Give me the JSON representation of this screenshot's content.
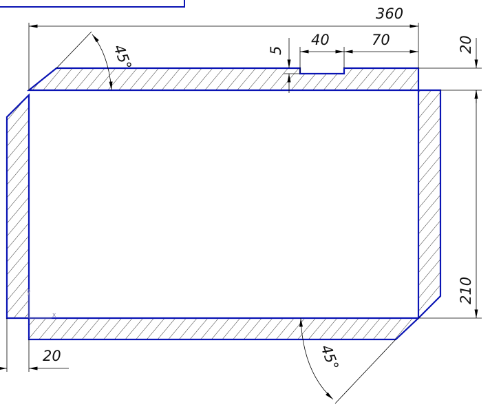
{
  "drawing": {
    "colors": {
      "outline": "#0a14b4",
      "dimension": "#000000",
      "hatch": "#000000",
      "axis": "#8888aa"
    },
    "dimensions": {
      "overall_width": "360",
      "notch_width": "40",
      "notch_offset": "70",
      "notch_depth": "5",
      "top_wall": "20",
      "height": "210",
      "left_wall": "20",
      "chamfer_top": "45°",
      "chamfer_bottom": "45°"
    },
    "axes": {
      "x": "x",
      "y": "y"
    }
  }
}
